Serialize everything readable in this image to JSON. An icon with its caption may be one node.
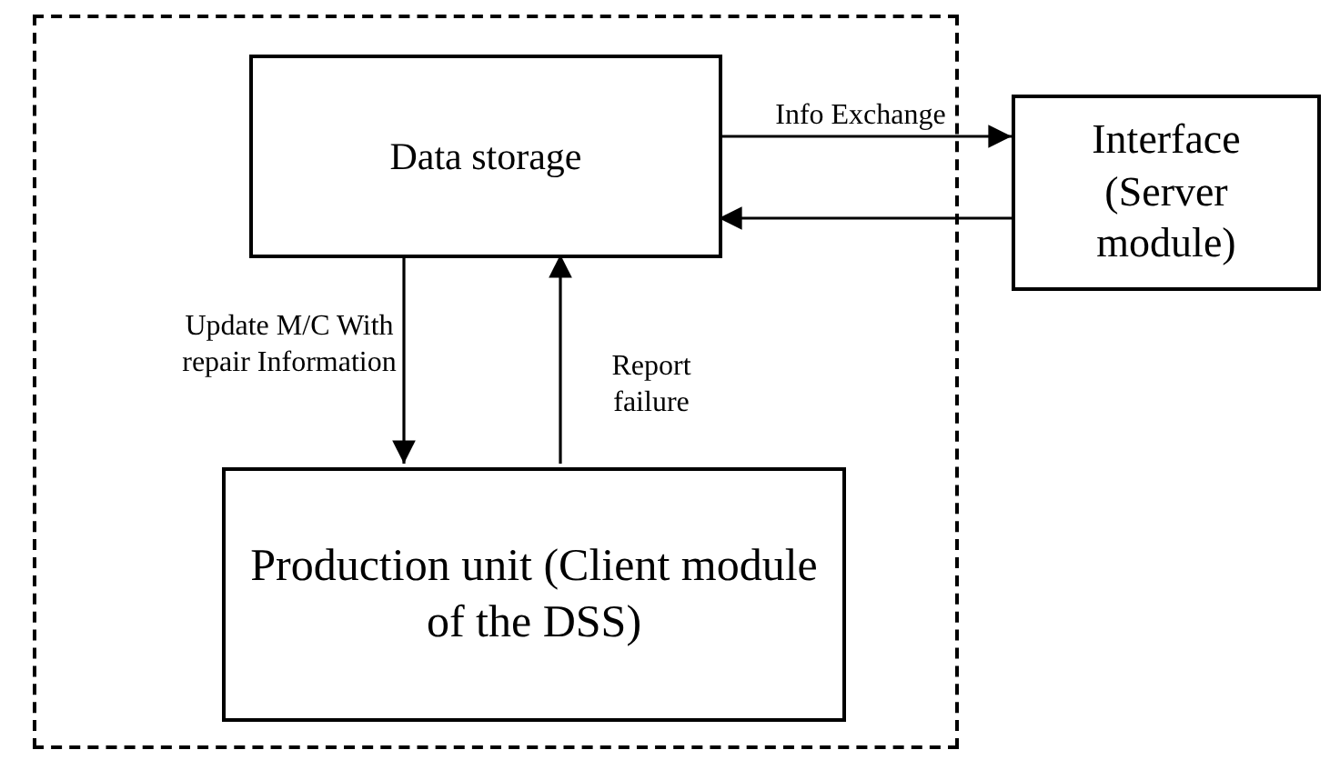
{
  "diagram": {
    "nodes": [
      {
        "text": [],
        "shape": "box"
      },
      {
        "text": [
          "Data storage"
        ],
        "in": 0
      },
      {
        "text": [
          "Interface (Server module)"
        ]
      },
      {
        "text": [
          "Production unit (Client module of the DSS)"
        ],
        "in": 0
      }
    ],
    "edges": [
      {
        "from": 1,
        "to": 2,
        "arrow": "to",
        "label": "Info Exchange"
      },
      {
        "from": 2,
        "to": 1,
        "arrow": "to"
      },
      {
        "from": 1,
        "to": 3,
        "arrow": "to",
        "label": "Update M/C With repair Information"
      },
      {
        "from": 3,
        "to": 1,
        "arrow": "to",
        "label": "Report failure"
      }
    ]
  }
}
